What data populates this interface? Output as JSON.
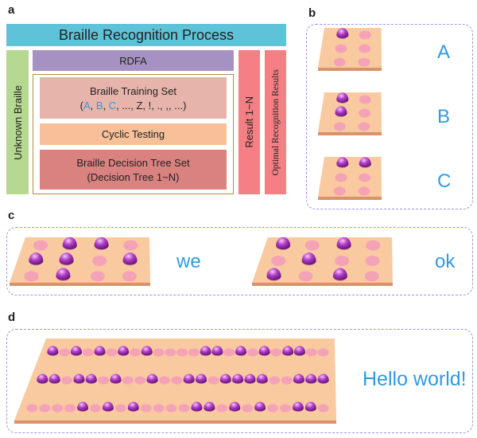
{
  "panels": {
    "a": "a",
    "b": "b",
    "c": "c",
    "d": "d"
  },
  "panel_a": {
    "title": "Braille Recognition Process",
    "unknown": "Unknown Braille",
    "rdfa": "RDFA",
    "training_set": {
      "title": "Braille Training Set",
      "open": "(",
      "chars": [
        "A",
        "B",
        "C",
        "...",
        "Z",
        "!",
        ".",
        ",",
        "..."
      ],
      "close": ")"
    },
    "cyclic": "Cyclic Testing",
    "tree_title": "Braille Decision Tree Set",
    "tree_sub": "(Decision Tree 1~N)",
    "result": "Result 1~N",
    "optimal": "Optimal Recognition Results",
    "colors": {
      "title": "#5ec2d8",
      "unknown": "#b5d991",
      "rdfa": "#a592c2",
      "training": "#e7b4ab",
      "cyclic": "#f7c098",
      "tree": "#d9827f",
      "result": "#f47f84",
      "optimal": "#f47f84"
    }
  },
  "panel_b": {
    "rows": [
      {
        "letter": "A",
        "dots": [
          1
        ]
      },
      {
        "letter": "B",
        "dots": [
          1,
          2
        ]
      },
      {
        "letter": "C",
        "dots": [
          1,
          4
        ]
      }
    ]
  },
  "panel_c": {
    "words": [
      {
        "text": "we",
        "cells": [
          [
            2,
            4,
            5,
            6
          ],
          [
            1,
            5
          ]
        ]
      },
      {
        "text": "ok",
        "cells": [
          [
            1,
            3,
            5
          ],
          [
            1,
            3
          ]
        ]
      }
    ]
  },
  "panel_d": {
    "text": "Hello world!",
    "cells": [
      [
        1,
        2,
        5
      ],
      [
        1,
        5
      ],
      [
        1,
        2,
        3
      ],
      [
        1,
        2,
        3
      ],
      [
        1,
        3,
        5
      ],
      [],
      [
        2,
        4,
        5,
        6
      ],
      [
        1,
        3,
        5
      ],
      [
        1,
        2,
        3,
        5
      ],
      [
        1,
        2,
        3
      ],
      [
        1,
        4,
        5,
        6
      ],
      [
        2,
        3,
        5
      ]
    ]
  },
  "colors": {
    "board_fill": "#f9c9a0",
    "board_edge": "#d9926a",
    "flat_dot": "#f4a3b6",
    "raised_dot": "#b23ac8",
    "dashed": "#9a96e6",
    "blue_text": "#2f9be0"
  }
}
